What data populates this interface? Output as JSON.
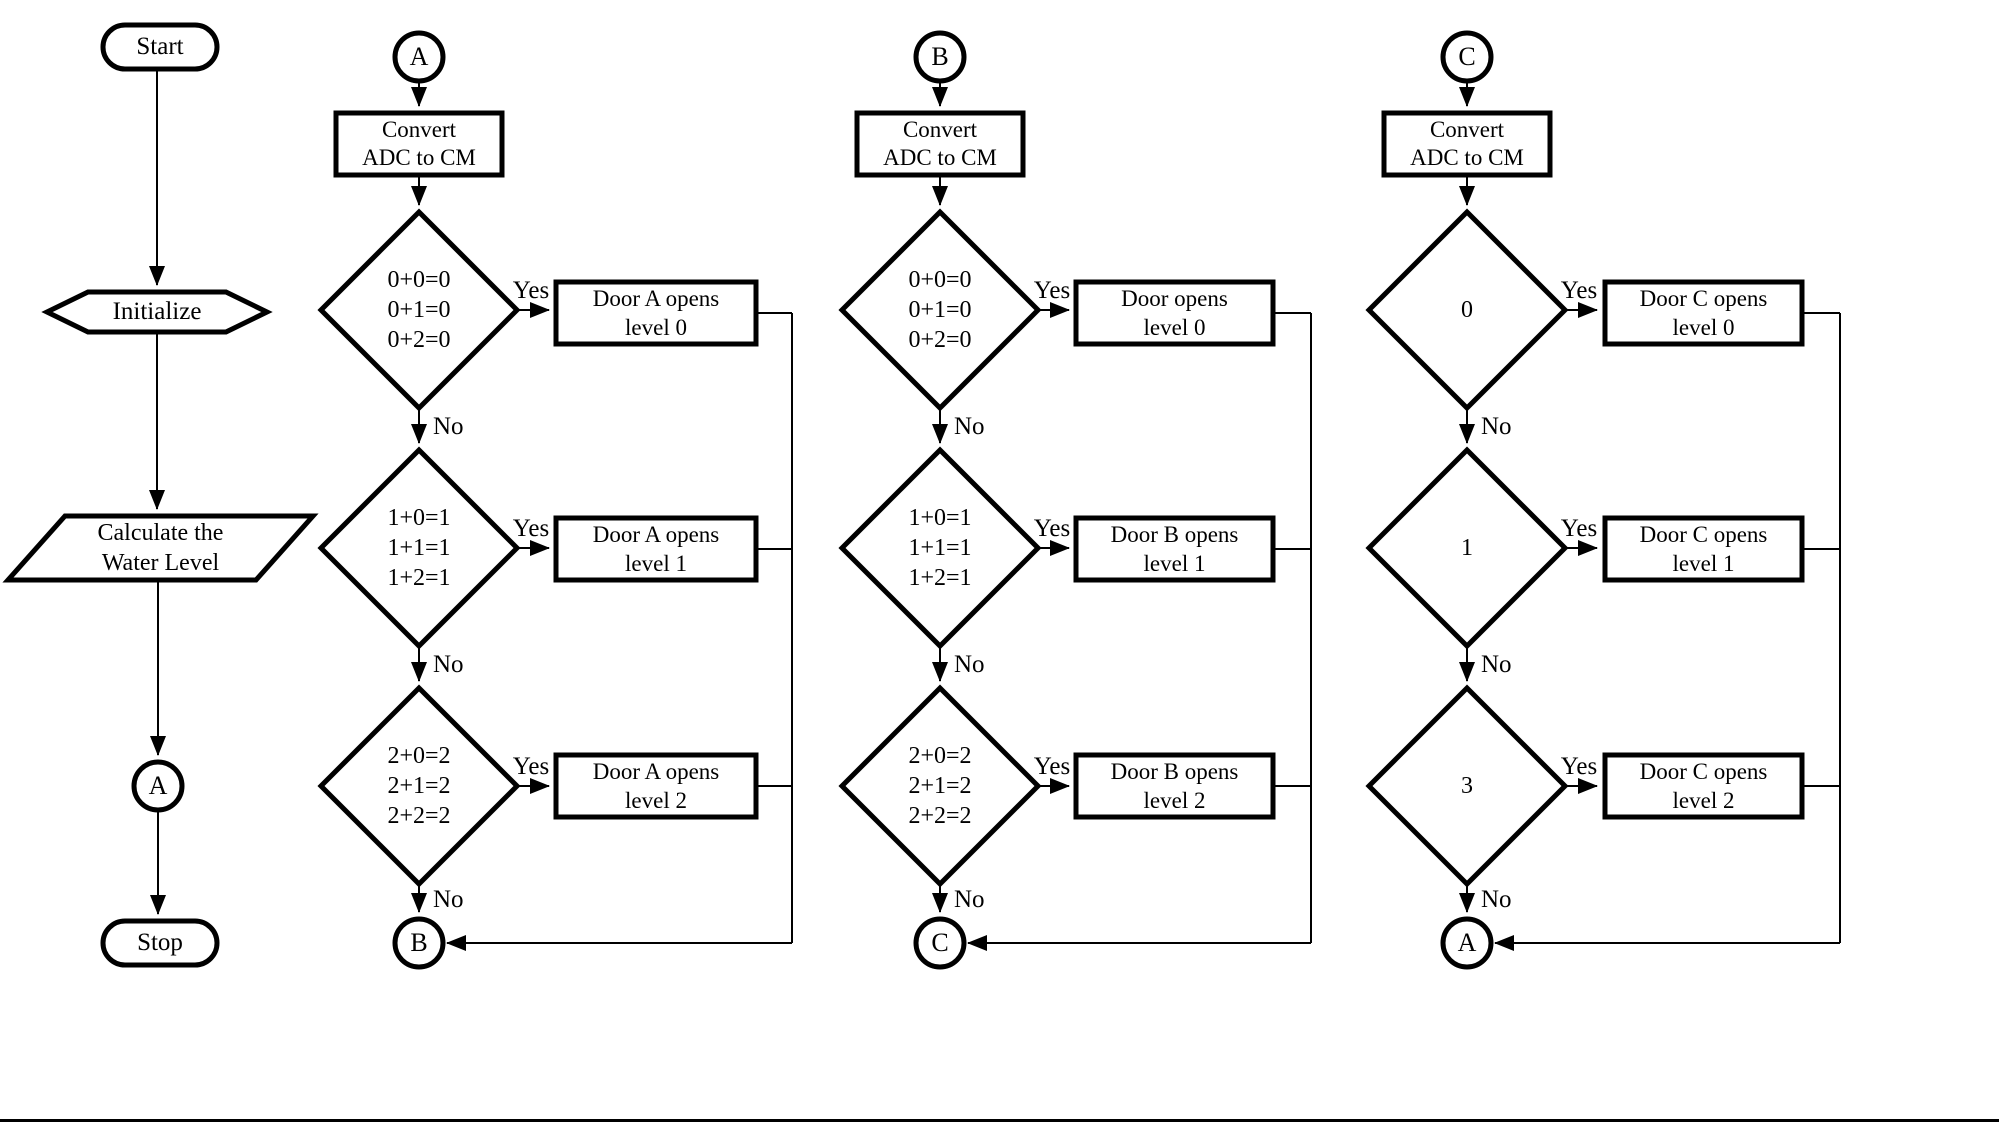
{
  "page": {
    "background": "#ffffff",
    "stroke_color": "#000000"
  },
  "labels": {
    "yes": "Yes",
    "no": "No"
  },
  "main_flow": {
    "start": "Start",
    "initialize": "Initialize",
    "calculate": {
      "line1": "Calculate the",
      "line2": "Water Level"
    },
    "connector_out": "A",
    "stop": "Stop"
  },
  "columns": [
    {
      "entry": "A",
      "process": {
        "line1": "Convert",
        "line2": "ADC to CM"
      },
      "d1": {
        "l1": "0+0=0",
        "l2": "0+1=0",
        "l3": "0+2=0"
      },
      "a1": {
        "line1": "Door A opens",
        "line2": "level 0"
      },
      "d2": {
        "l1": "1+0=1",
        "l2": "1+1=1",
        "l3": "1+2=1"
      },
      "a2": {
        "line1": "Door A opens",
        "line2": "level 1"
      },
      "d3": {
        "l1": "2+0=2",
        "l2": "2+1=2",
        "l3": "2+2=2"
      },
      "a3": {
        "line1": "Door A opens",
        "line2": "level 2"
      },
      "exit": "B"
    },
    {
      "entry": "B",
      "process": {
        "line1": "Convert",
        "line2": "ADC to CM"
      },
      "d1": {
        "l1": "0+0=0",
        "l2": "0+1=0",
        "l3": "0+2=0"
      },
      "a1": {
        "line1": "Door opens",
        "line2": "level 0"
      },
      "d2": {
        "l1": "1+0=1",
        "l2": "1+1=1",
        "l3": "1+2=1"
      },
      "a2": {
        "line1": "Door B opens",
        "line2": "level 1"
      },
      "d3": {
        "l1": "2+0=2",
        "l2": "2+1=2",
        "l3": "2+2=2"
      },
      "a3": {
        "line1": "Door B opens",
        "line2": "level 2"
      },
      "exit": "C"
    },
    {
      "entry": "C",
      "process": {
        "line1": "Convert",
        "line2": "ADC to CM"
      },
      "d1": {
        "l1": "0"
      },
      "a1": {
        "line1": "Door C opens",
        "line2": "level 0"
      },
      "d2": {
        "l1": "1"
      },
      "a2": {
        "line1": "Door C opens",
        "line2": "level 1"
      },
      "d3": {
        "l1": "3"
      },
      "a3": {
        "line1": "Door C opens",
        "line2": "level 2"
      },
      "exit": "A"
    }
  ]
}
